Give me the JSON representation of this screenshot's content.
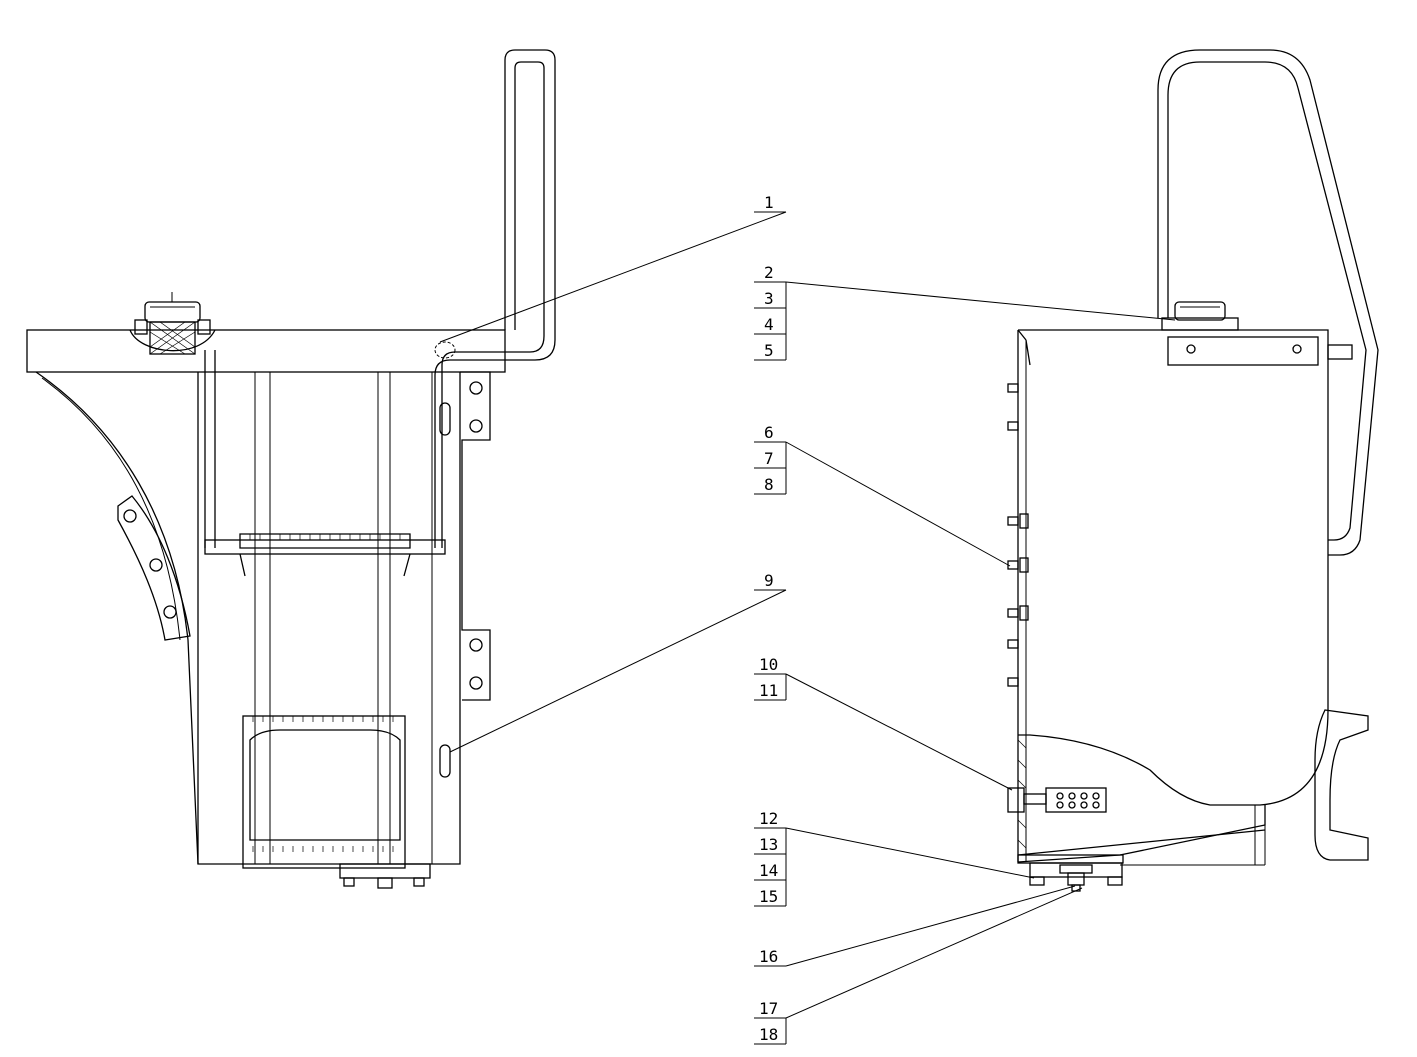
{
  "labels": [
    {
      "id": "1",
      "text": "1"
    },
    {
      "id": "2",
      "text": "2"
    },
    {
      "id": "3",
      "text": "3"
    },
    {
      "id": "4",
      "text": "4"
    },
    {
      "id": "5",
      "text": "5"
    },
    {
      "id": "6",
      "text": "6"
    },
    {
      "id": "7",
      "text": "7"
    },
    {
      "id": "8",
      "text": "8"
    },
    {
      "id": "9",
      "text": "9"
    },
    {
      "id": "10",
      "text": "10"
    },
    {
      "id": "11",
      "text": "11"
    },
    {
      "id": "12",
      "text": "12"
    },
    {
      "id": "13",
      "text": "13"
    },
    {
      "id": "14",
      "text": "14"
    },
    {
      "id": "15",
      "text": "15"
    },
    {
      "id": "16",
      "text": "16"
    },
    {
      "id": "17",
      "text": "17"
    },
    {
      "id": "18",
      "text": "18"
    }
  ]
}
